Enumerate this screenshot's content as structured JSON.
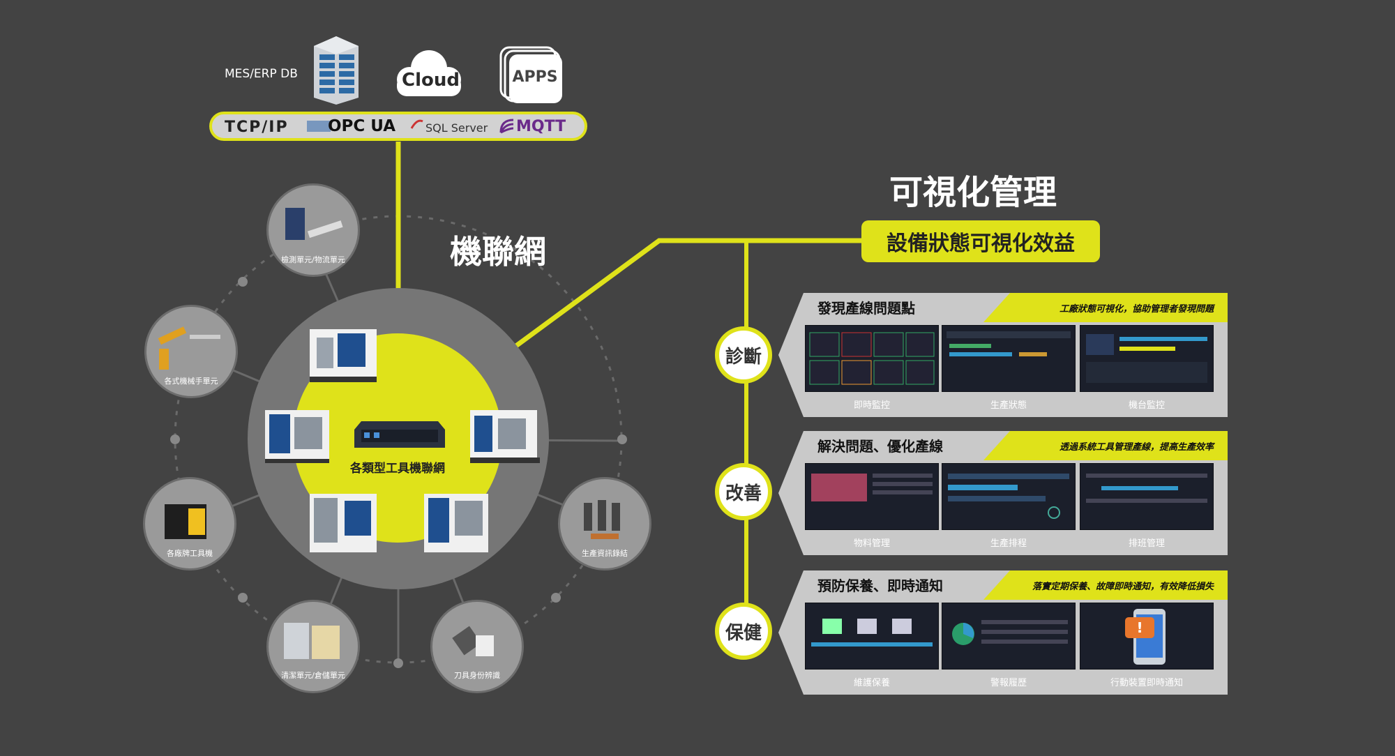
{
  "top": {
    "db_label": "MES/ERP DB",
    "cloud_label": "Cloud",
    "apps_label": "APPS",
    "protocols": [
      "TCP/IP",
      "OPC UA",
      "SQL Server",
      "MQTT"
    ]
  },
  "network": {
    "title": "機聯網",
    "center_label": "各類型工具機聯網",
    "satellites": [
      "檢測單元/物流單元",
      "各式機械手單元",
      "各廠牌工具機",
      "清潔單元/倉儲單元",
      "刀具身份辨識",
      "生產資訊錄結"
    ]
  },
  "visual": {
    "title": "可視化管理",
    "subtitle": "設備狀態可視化效益"
  },
  "panels": [
    {
      "badge": "診斷",
      "title": "發現產線問題點",
      "subtitle": "工廠狀態可視化，協助管理者發現問題",
      "captions": [
        "即時監控",
        "生產狀態",
        "機台監控"
      ]
    },
    {
      "badge": "改善",
      "title": "解決問題、優化產線",
      "subtitle": "透過系統工具管理產線，提高生產效率",
      "captions": [
        "物料管理",
        "生產排程",
        "排班管理"
      ]
    },
    {
      "badge": "保健",
      "title": "預防保養、即時通知",
      "subtitle": "落實定期保養、故障即時通知，有效降低損失",
      "captions": [
        "維護保養",
        "警報履歷",
        "行動裝置即時通知"
      ]
    }
  ],
  "colors": {
    "background": "#434343",
    "accent": "#dfe21a",
    "panel": "#c9c9c9"
  }
}
